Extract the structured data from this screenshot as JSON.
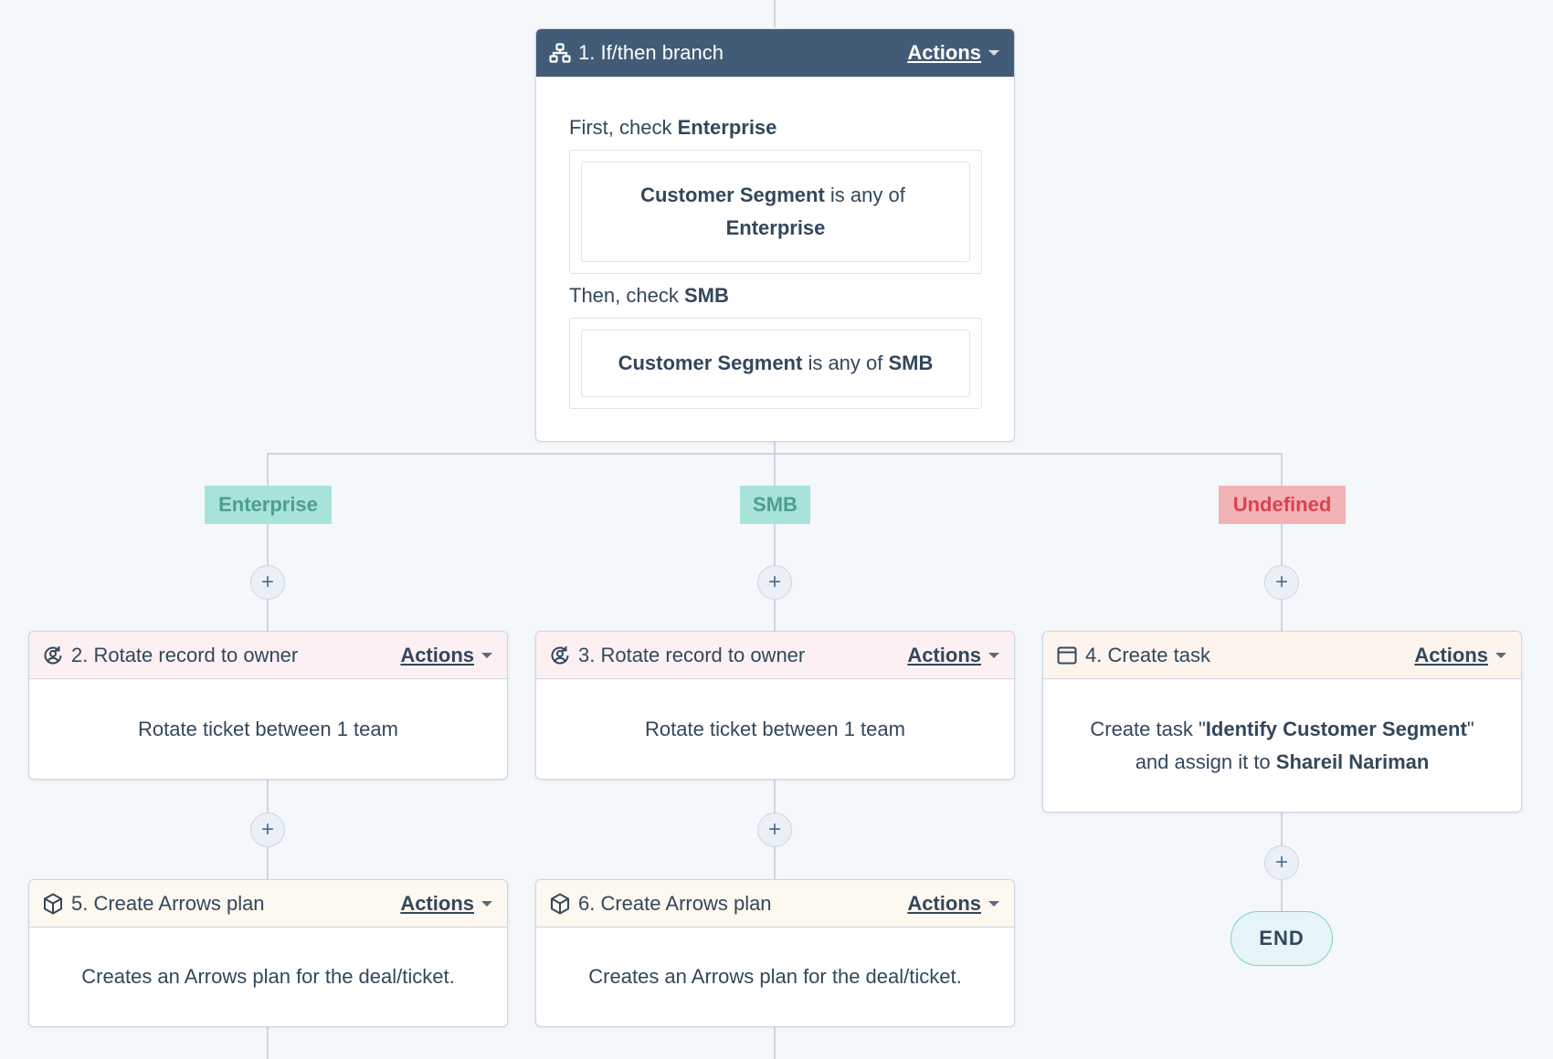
{
  "branch": {
    "title": "1. If/then branch",
    "actions_label": "Actions",
    "first_check_prefix": "First, check ",
    "first_check_name": "Enterprise",
    "first_condition": {
      "property": "Customer Segment",
      "operator": " is any of ",
      "value": "Enterprise"
    },
    "then_check_prefix": "Then, check ",
    "then_check_name": "SMB",
    "second_condition": {
      "property": "Customer Segment",
      "operator": " is any of ",
      "value": "SMB"
    }
  },
  "branch_labels": [
    "Enterprise",
    "SMB",
    "Undefined"
  ],
  "plus_label": "+",
  "cards": {
    "rotate_a": {
      "title": "2. Rotate record to owner",
      "actions_label": "Actions",
      "body": "Rotate ticket between 1 team"
    },
    "rotate_b": {
      "title": "3. Rotate record to owner",
      "actions_label": "Actions",
      "body": "Rotate ticket between 1 team"
    },
    "task": {
      "title": "4. Create task",
      "actions_label": "Actions",
      "body_prefix": "Create task \"",
      "task_name": "Identify Customer Segment",
      "body_middle": "\" and assign it to ",
      "assignee": "Shareil Nariman"
    },
    "arrows_a": {
      "title": "5. Create Arrows plan",
      "actions_label": "Actions",
      "body": "Creates an Arrows plan for the deal/ticket."
    },
    "arrows_b": {
      "title": "6. Create Arrows plan",
      "actions_label": "Actions",
      "body": "Creates an Arrows plan for the deal/ticket."
    }
  },
  "end_label": "END",
  "colors": {
    "background": "#f5f8fa",
    "branch_header": "#425b76",
    "rotate_header": "#fcf0f3",
    "task_header": "#fdf4ee",
    "arrows_header": "#fdf8f0",
    "branch_label_green": "#a7e3da",
    "branch_label_red": "#f2b3b7",
    "connector": "#cbd6e2"
  }
}
